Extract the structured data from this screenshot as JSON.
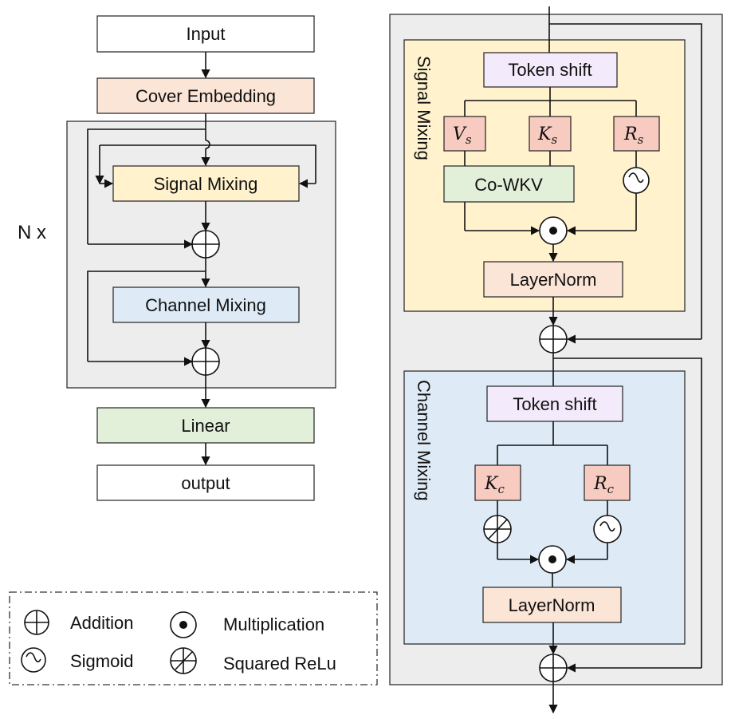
{
  "left": {
    "input": "Input",
    "cover_embedding": "Cover Embedding",
    "signal_mixing": "Signal Mixing",
    "channel_mixing": "Channel Mixing",
    "linear": "Linear",
    "output": "output",
    "repeat": "N x"
  },
  "right": {
    "signal_section": "Signal Mixing",
    "channel_section": "Channel Mixing",
    "token_shift_signal": "Token shift",
    "token_shift_channel": "Token shift",
    "v_s": "V",
    "v_s_sub": "s",
    "k_s": "K",
    "k_s_sub": "s",
    "r_s": "R",
    "r_s_sub": "s",
    "co_wkv": "Co-WKV",
    "layernorm_signal": "LayerNorm",
    "k_c": "K",
    "k_c_sub": "c",
    "r_c": "R",
    "r_c_sub": "c",
    "layernorm_channel": "LayerNorm"
  },
  "legend": {
    "addition": "Addition",
    "multiplication": "Multiplication",
    "sigmoid": "Sigmoid",
    "squared_relu": "Squared ReLu"
  },
  "colors": {
    "white": "#ffffff",
    "embed": "#fbe5d6",
    "signal": "#fff2cc",
    "channel": "#deebf7",
    "linear": "#e2f0d9",
    "block": "#ededed",
    "token": "#f3eafb",
    "var": "#f8cbc0",
    "cowkv": "#e2f0d9",
    "layernorm": "#fbe5d6",
    "signal_section": "#fff2cc",
    "channel_section": "#deebf7",
    "right_block": "#ededed"
  }
}
